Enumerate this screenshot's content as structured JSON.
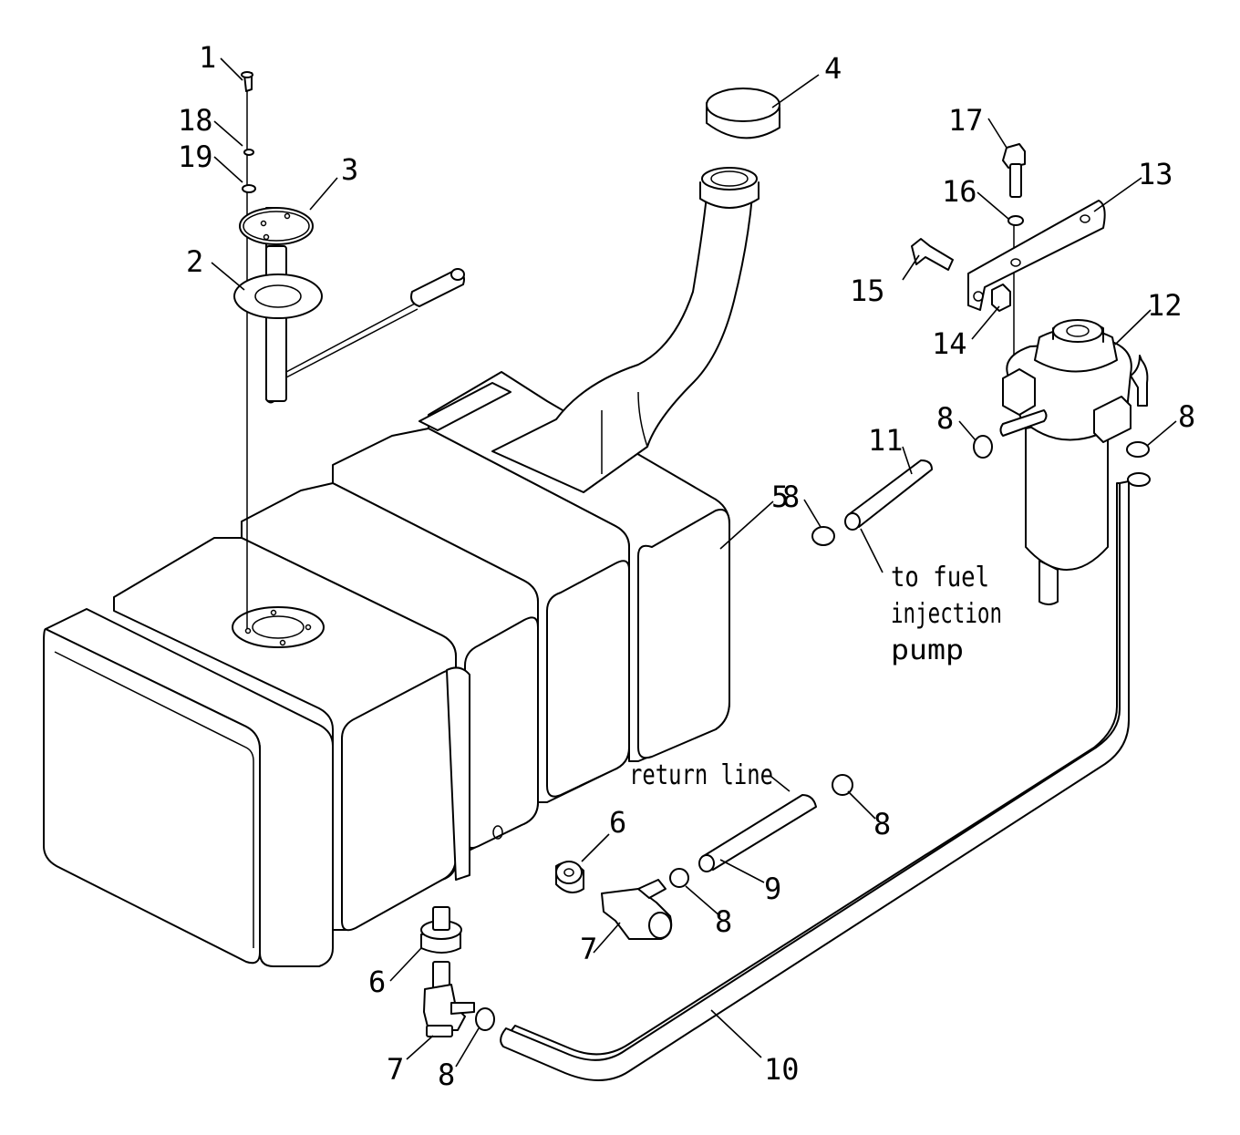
{
  "callouts": {
    "c1": "1",
    "c18": "18",
    "c19": "19",
    "c3": "3",
    "c2": "2",
    "c4": "4",
    "c17": "17",
    "c16": "16",
    "c13": "13",
    "c15": "15",
    "c14": "14",
    "c12": "12",
    "c8_a": "8",
    "c8_b": "8",
    "c11": "11",
    "c5": "5",
    "c8_c": "8",
    "c6_a": "6",
    "c7_a": "7",
    "c8_d": "8",
    "c9": "9",
    "c8_e": "8",
    "c6_b": "6",
    "c7_b": "7",
    "c8_f": "8",
    "c10": "10"
  },
  "notes": {
    "to_fuel_line1": "to fuel",
    "to_fuel_line2": "injection",
    "to_fuel_line3": "pump",
    "return_line": "return line"
  },
  "colors": {
    "ink": "#000000",
    "paper": "#ffffff"
  }
}
